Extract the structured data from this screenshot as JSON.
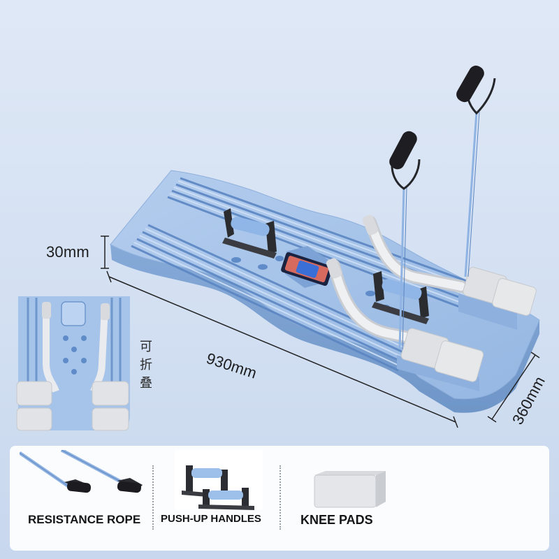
{
  "dimensions": {
    "thickness": "30mm",
    "length": "930mm",
    "width": "360mm"
  },
  "fold_note": "可折叠",
  "accessories": [
    {
      "label": "RESISTANCE ROPE",
      "icon": "resistance-rope-icon"
    },
    {
      "label": "PUSH-UP HANDLES",
      "icon": "push-up-handles-icon"
    },
    {
      "label": "KNEE PADS",
      "icon": "knee-pads-icon"
    }
  ],
  "colors": {
    "board": "#9fc0e6",
    "board_edge": "#7fa4d2",
    "groove": "#4f7fbf",
    "pad": "#e1e3e6",
    "handle": "#1e1e22",
    "tube": "#e9eaec"
  }
}
